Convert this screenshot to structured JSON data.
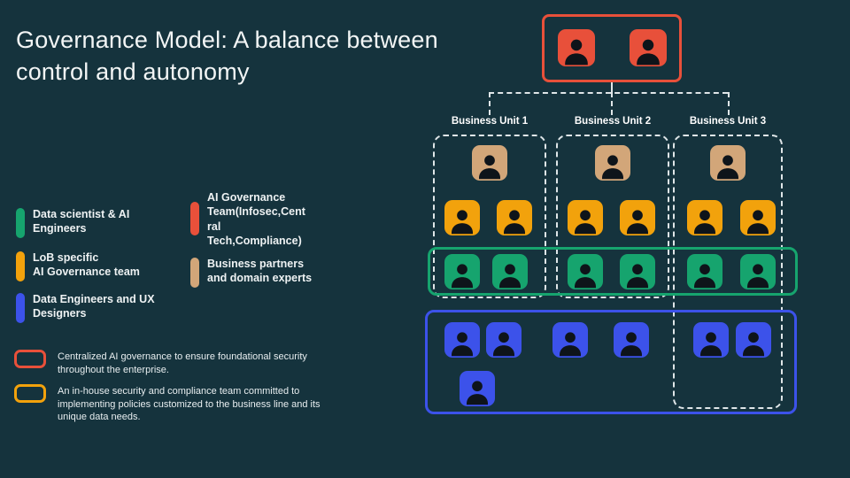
{
  "title": "Governance Model: A balance between\ncontrol and autonomy",
  "legend": {
    "items": [
      {
        "label": "Data scientist & AI\nEngineers",
        "color": "#16a46e"
      },
      {
        "label": "LoB specific\nAI Governance team",
        "color": "#f2a20c"
      },
      {
        "label": "Data Engineers and UX\nDesigners",
        "color": "#3c52ea"
      },
      {
        "label": "AI Governance\nTeam(Infosec,Cent\nral\nTech,Compliance)",
        "color": "#e8503a"
      },
      {
        "label": "Business partners\nand domain experts",
        "color": "#d2a679"
      }
    ]
  },
  "notes": [
    {
      "color": "#e8503a",
      "text": "Centralized AI governance to ensure foundational security\nthroughout the enterprise."
    },
    {
      "color": "#f2a20c",
      "text": "An in-house security and compliance team committed to\nimplementing policies customized to the business line and its\nunique data needs."
    }
  ],
  "org_chart": {
    "units": [
      {
        "label": "Business Unit 1",
        "business_partner_icons": 1,
        "lob_governance_icons": 2,
        "data_scientist_icons": 2
      },
      {
        "label": "Business Unit 2",
        "business_partner_icons": 1,
        "lob_governance_icons": 2,
        "data_scientist_icons": 2
      },
      {
        "label": "Business Unit 3",
        "business_partner_icons": 1,
        "lob_governance_icons": 2,
        "data_scientist_icons": 2
      }
    ],
    "top_governance_icons": 2,
    "data_engineer_icons": 7
  },
  "colors": {
    "background": "#15333d",
    "red": "#e8503a",
    "orange": "#f2a20c",
    "green": "#16a46e",
    "blue": "#3c52ea",
    "tan": "#d2a679",
    "dashed_outline": "#dfe6e8"
  }
}
